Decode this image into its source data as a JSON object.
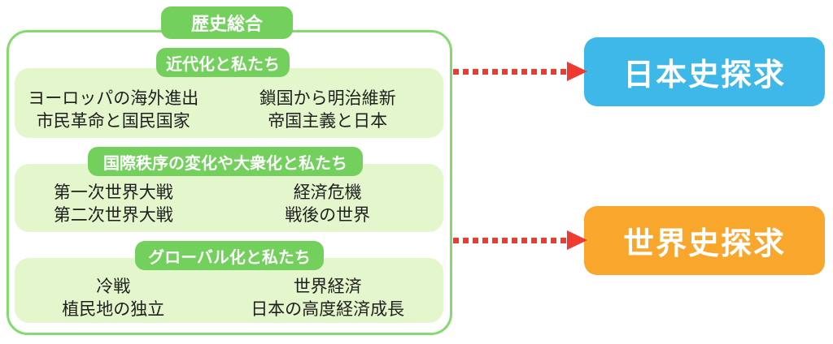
{
  "palette": {
    "badge_green": "#73D05D",
    "panel_border_green": "#84DA6E",
    "section_bg_green": "#E3F6CC",
    "arrow_red": "#F0392F",
    "japanese_history_blue": "#3EB8E9",
    "world_history_orange": "#F8A62C",
    "body_text": "#1F1F1F"
  },
  "overview": {
    "label": "歴史総合"
  },
  "sections": [
    {
      "title": "近代化と私たち",
      "columns": {
        "left": [
          "ヨーロッパの海外進出",
          "市民革命と国民国家"
        ],
        "right": [
          "鎖国から明治維新",
          "帝国主義と日本"
        ]
      }
    },
    {
      "title": "国際秩序の変化や大衆化と私たち",
      "columns": {
        "left": [
          "第一次世界大戦",
          "第二次世界大戦"
        ],
        "right": [
          "経済危機",
          "戦後の世界"
        ]
      }
    },
    {
      "title": "グローバル化と私たち",
      "columns": {
        "left": [
          "冷戦",
          "植民地の独立"
        ],
        "right": [
          "世界経済",
          "日本の高度経済成長"
        ]
      }
    }
  ],
  "targets": [
    {
      "label": "日本史探求",
      "color": "#3EB8E9"
    },
    {
      "label": "世界史探求",
      "color": "#F8A62C"
    }
  ]
}
